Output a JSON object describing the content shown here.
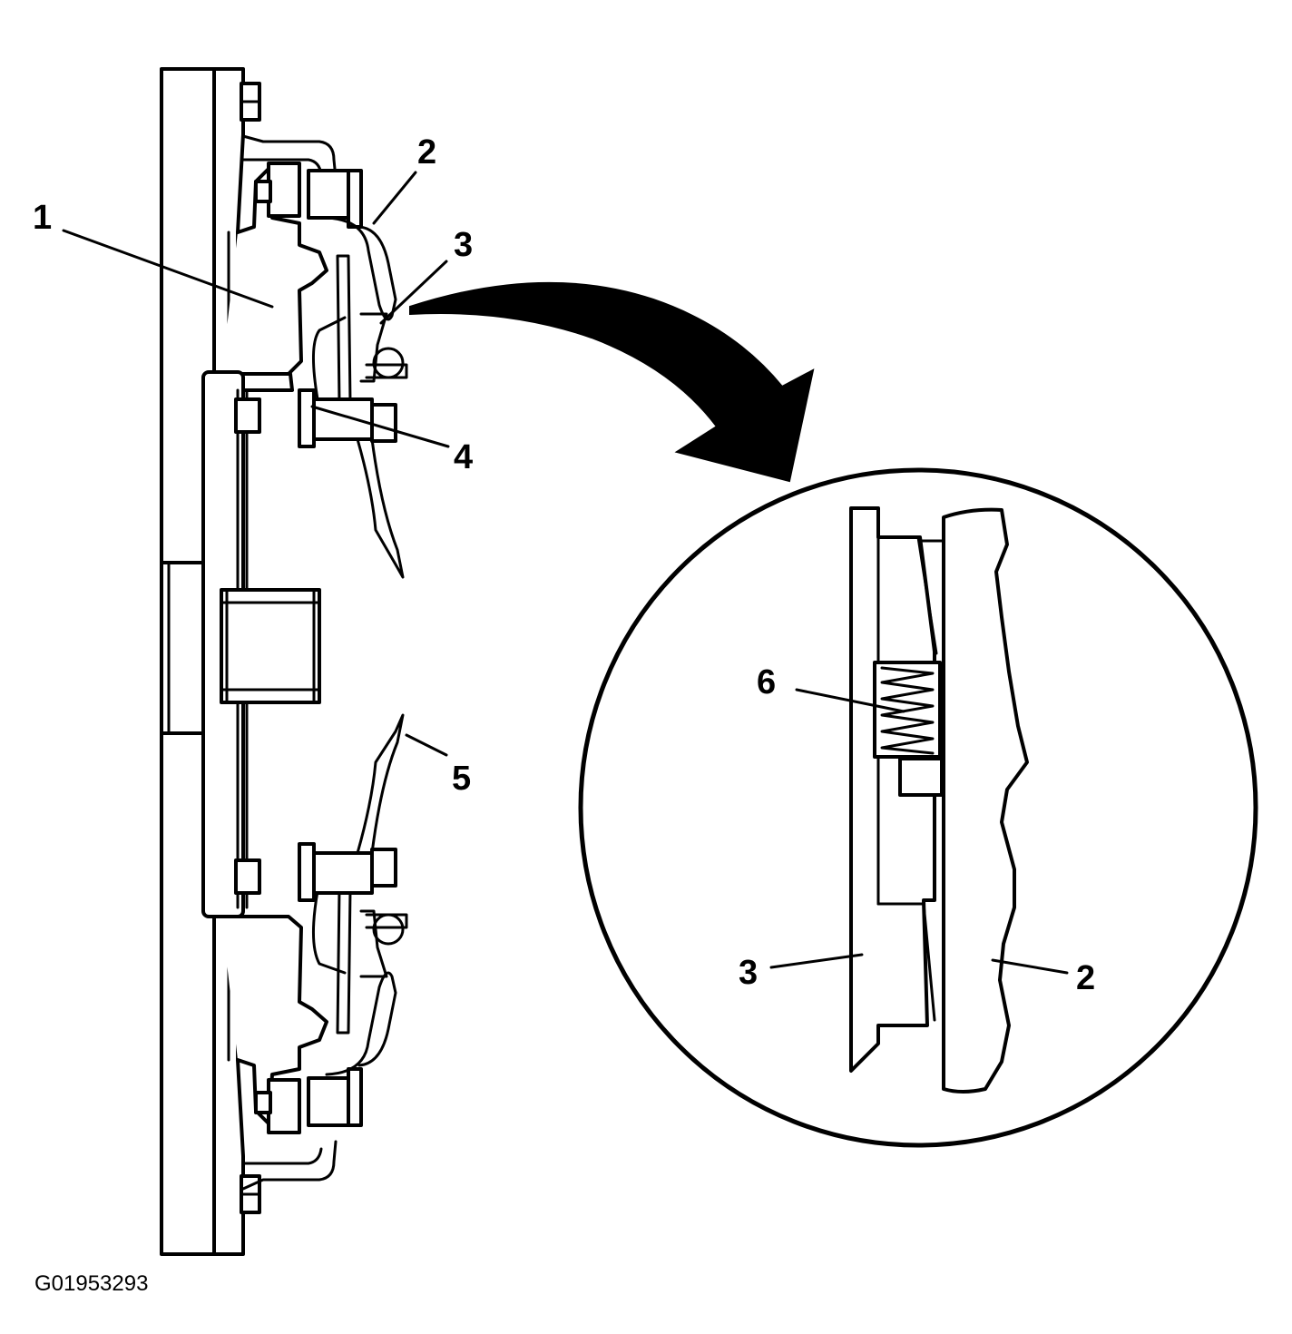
{
  "callouts": {
    "c1": "1",
    "c2": "2",
    "c3": "3",
    "c4": "4",
    "c5": "5",
    "detail_c6": "6",
    "detail_c3": "3",
    "detail_c2": "2"
  },
  "figure_code": "G01953293",
  "colors": {
    "ink": "#000000",
    "paper": "#ffffff"
  }
}
